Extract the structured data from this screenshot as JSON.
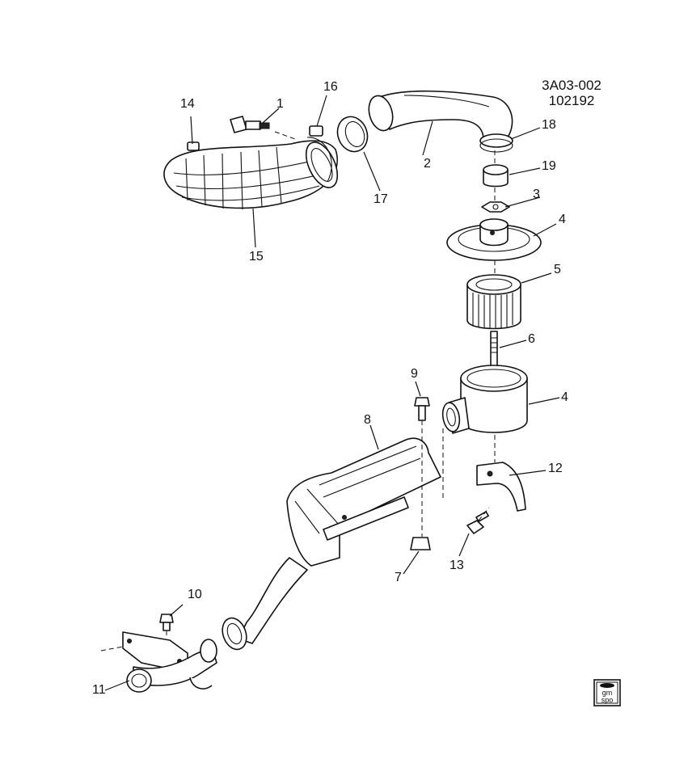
{
  "header": {
    "code": "3A03-002",
    "date": "102192"
  },
  "callouts": {
    "c1": "1",
    "c2": "2",
    "c3": "3",
    "c4a": "4",
    "c4b": "4",
    "c5": "5",
    "c6": "6",
    "c7": "7",
    "c8": "8",
    "c9": "9",
    "c10": "10",
    "c11": "11",
    "c12": "12",
    "c13": "13",
    "c14": "14",
    "c15": "15",
    "c16": "16",
    "c17": "17",
    "c18": "18",
    "c19": "19"
  },
  "logo": {
    "line1": "gm",
    "line2": "spo"
  }
}
